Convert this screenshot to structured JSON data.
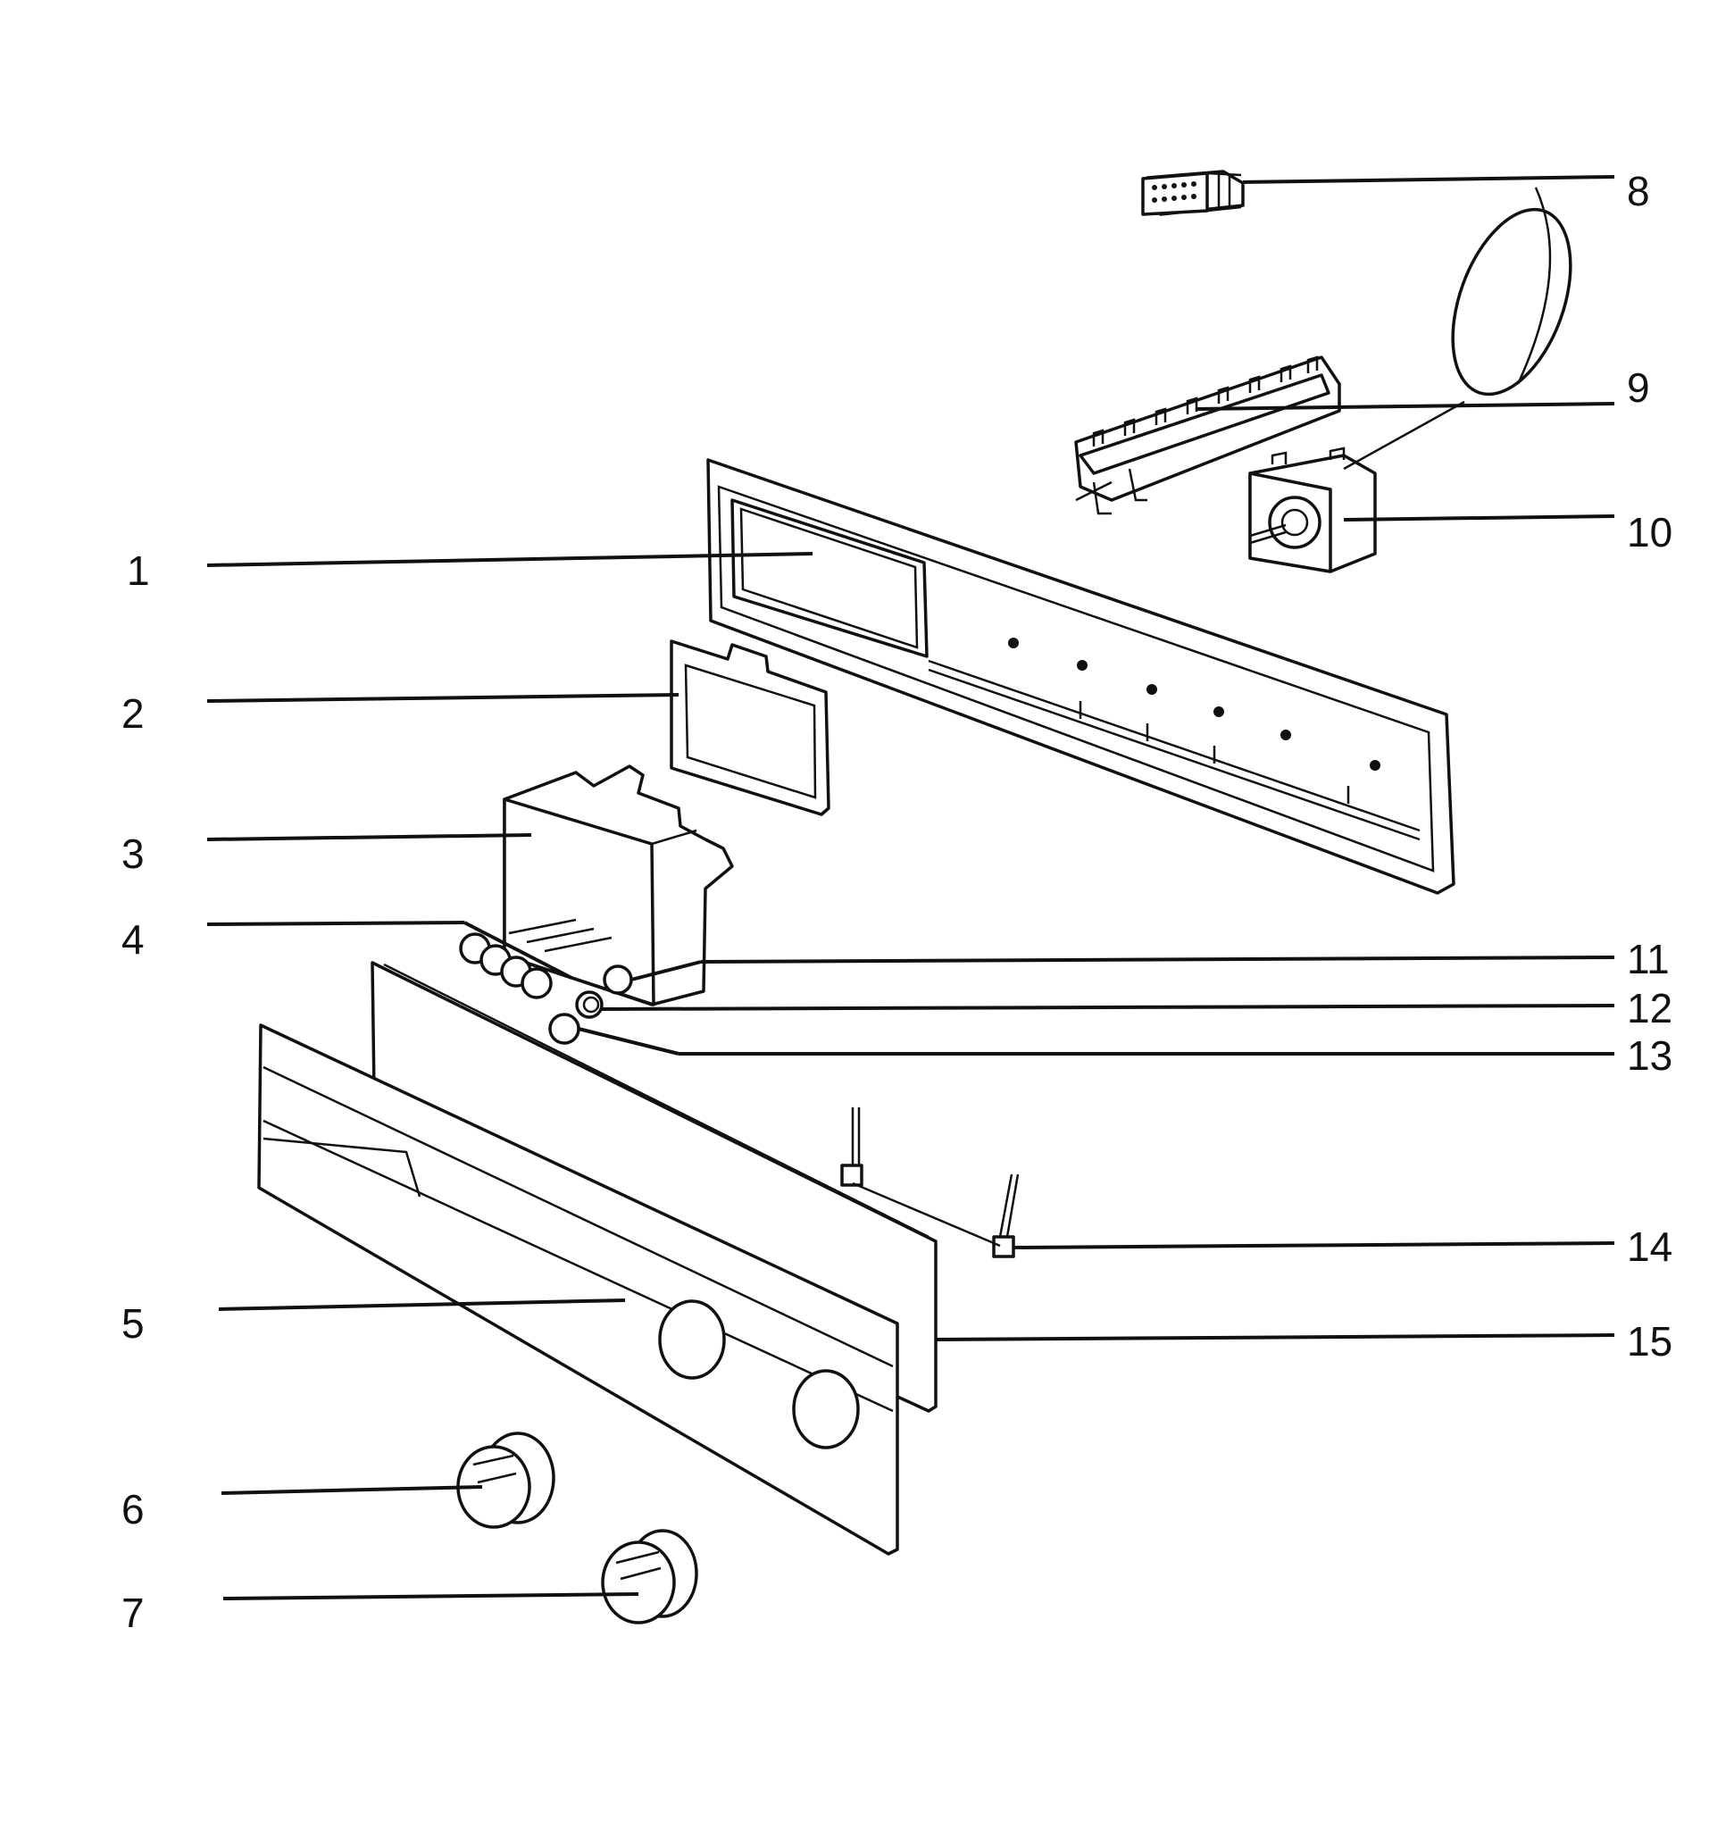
{
  "diagram": {
    "callouts": [
      {
        "id": "1",
        "text": "1"
      },
      {
        "id": "2",
        "text": "2"
      },
      {
        "id": "3",
        "text": "3"
      },
      {
        "id": "4",
        "text": "4"
      },
      {
        "id": "5",
        "text": "5"
      },
      {
        "id": "6",
        "text": "6"
      },
      {
        "id": "7",
        "text": "7"
      },
      {
        "id": "8",
        "text": "8"
      },
      {
        "id": "9",
        "text": "9"
      },
      {
        "id": "10",
        "text": "10"
      },
      {
        "id": "11",
        "text": "11"
      },
      {
        "id": "12",
        "text": "12"
      },
      {
        "id": "13",
        "text": "13"
      },
      {
        "id": "14",
        "text": "14"
      },
      {
        "id": "15",
        "text": "15"
      }
    ],
    "colors": {
      "ink": "#111111",
      "paper": "#ffffff"
    }
  }
}
